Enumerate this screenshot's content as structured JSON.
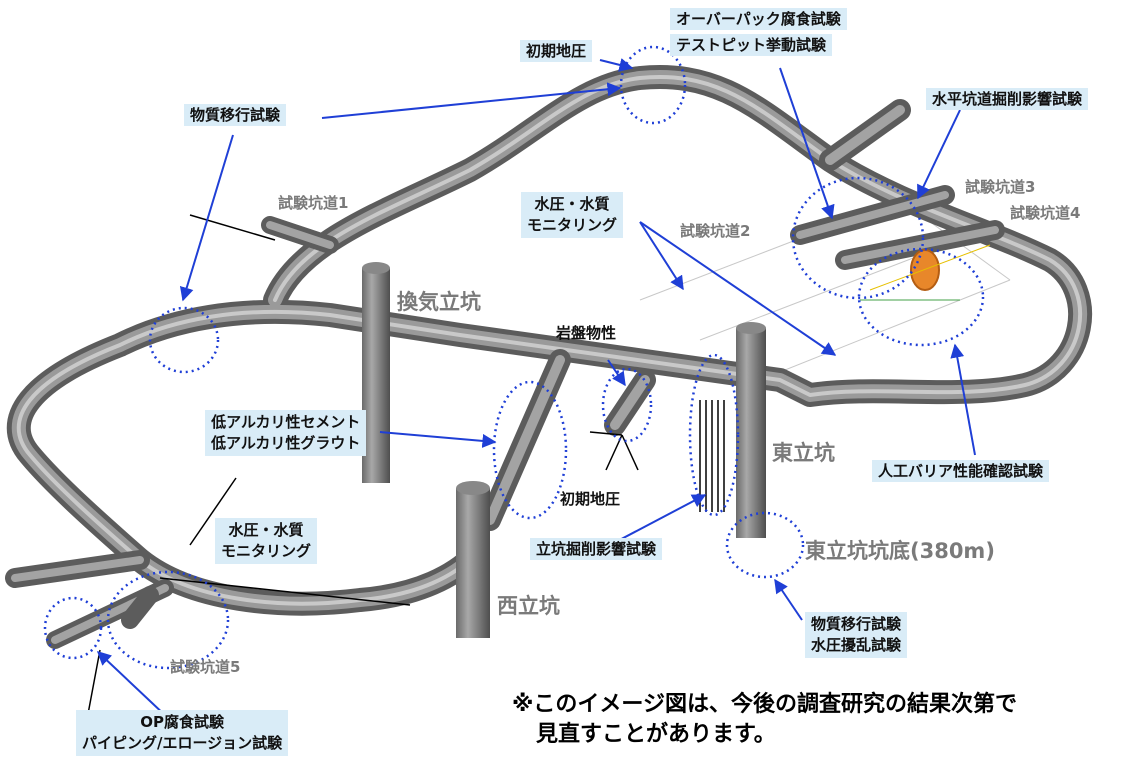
{
  "labels": {
    "initial_stress_top": "初期地圧",
    "overpack_corrosion": "オーバーパック腐食試験",
    "test_pit_behavior": "テストピット挙動試験",
    "material_migration_top": "物質移行試験",
    "horizontal_drift_effect": "水平坑道掘削影響試験",
    "water_pressure_quality_center_1": "水圧・水質",
    "water_pressure_quality_center_2": "モニタリング",
    "rock_properties": "岩盤物性",
    "low_alkali_cement": "低アルカリ性セメント",
    "low_alkali_grout": "低アルカリ性グラウト",
    "initial_stress_bottom": "初期地圧",
    "engineered_barrier": "人工バリア性能確認試験",
    "shaft_excavation_effect": "立坑掘削影響試験",
    "water_pressure_quality_left_1": "水圧・水質",
    "water_pressure_quality_left_2": "モニタリング",
    "material_migration_bottom": "物質移行試験",
    "water_pressure_disturbance": "水圧擾乱試験",
    "op_corrosion": "OP腐食試験",
    "piping_erosion": "パイピング/エロージョン試験"
  },
  "drifts": {
    "test_drift_1": "試験坑道1",
    "test_drift_2": "試験坑道2",
    "test_drift_3": "試験坑道3",
    "test_drift_4": "試験坑道4",
    "test_drift_5": "試験坑道5"
  },
  "shafts": {
    "ventilation_shaft": "換気立坑",
    "east_shaft": "東立坑",
    "west_shaft": "西立坑",
    "east_shaft_bottom": "東立坑坑底(380m)"
  },
  "note": {
    "line1": "※このイメージ図は、今後の調査研究の結果次第で",
    "line2": "見直すことがあります。"
  },
  "colors": {
    "label_bg": "#d9ecf7",
    "arrow": "#1f3fd6",
    "circle": "#1f3fd6",
    "tunnel": "#7d7d7d",
    "tunnel_light": "#b8b8b8",
    "drift_text": "#7a7a7a",
    "barrier_ring": "#e8872a"
  }
}
